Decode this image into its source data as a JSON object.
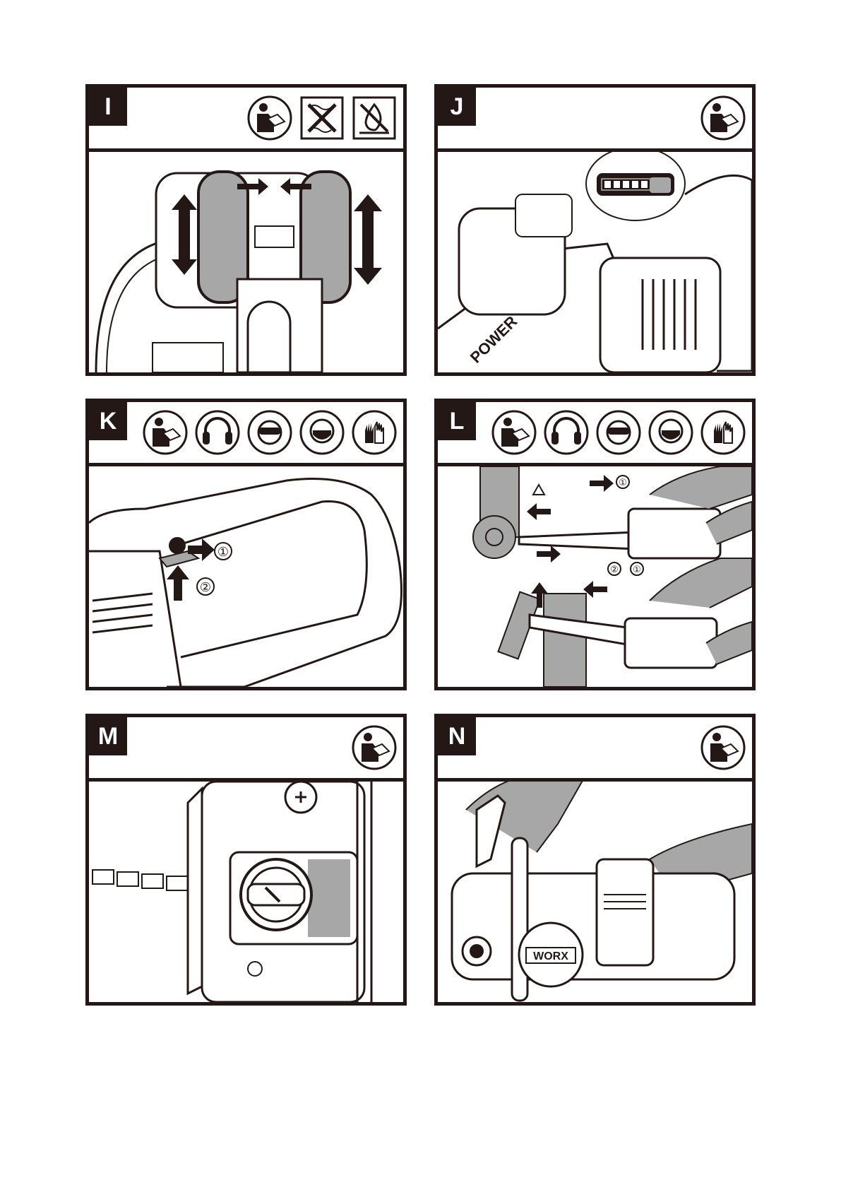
{
  "panels": [
    {
      "id": "I",
      "letter": "I",
      "icons": [
        "read-manual-icon",
        "no-rain-icon",
        "no-fire-icon"
      ]
    },
    {
      "id": "J",
      "letter": "J",
      "icons": [
        "read-manual-icon"
      ],
      "brand_text": "POWER"
    },
    {
      "id": "K",
      "letter": "K",
      "icons": [
        "read-manual-icon",
        "ear-protection-icon",
        "eye-protection-icon",
        "dust-mask-icon",
        "gloves-icon"
      ],
      "steps": [
        "①",
        "②"
      ]
    },
    {
      "id": "L",
      "letter": "L",
      "icons": [
        "read-manual-icon",
        "ear-protection-icon",
        "eye-protection-icon",
        "dust-mask-icon",
        "gloves-icon"
      ],
      "steps": [
        "①",
        "②",
        "①"
      ]
    },
    {
      "id": "M",
      "letter": "M",
      "icons": [
        "read-manual-icon"
      ]
    },
    {
      "id": "N",
      "letter": "N",
      "icons": [
        "read-manual-icon"
      ],
      "brand_text": "WORX"
    }
  ],
  "colors": {
    "ink": "#231815",
    "gray": "#a7a7a7",
    "paper": "#ffffff"
  }
}
